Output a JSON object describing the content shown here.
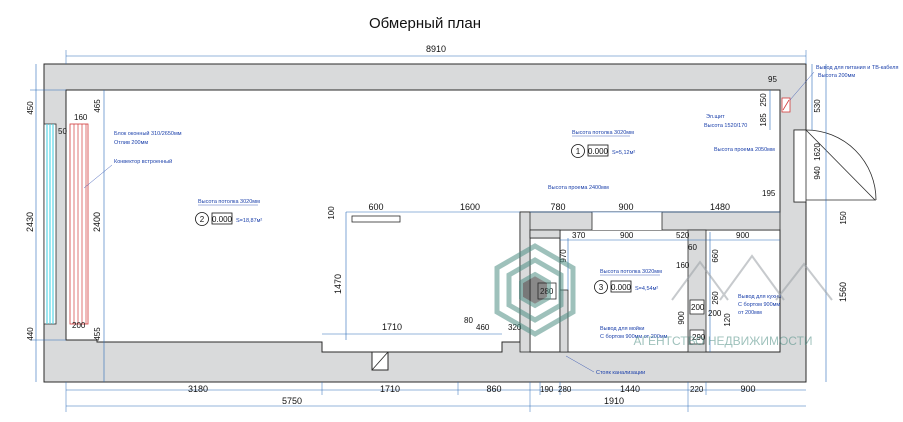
{
  "title": "Обмерный план",
  "dims_top": {
    "overall": "8910",
    "d95": "95",
    "d530": "530",
    "d1620": "1620",
    "d940": "940",
    "d1560": "1560",
    "d150": "150"
  },
  "dims_left": {
    "d450": "450",
    "d465": "465",
    "d2430": "2430",
    "d2400": "2400",
    "d440": "440",
    "d455": "455",
    "d160": "160",
    "d50": "50",
    "d200": "200"
  },
  "dims_inner": {
    "d100": "100",
    "d600": "600",
    "d1600": "1600",
    "d1470": "1470",
    "d1710": "1710",
    "d80": "80",
    "d460": "460",
    "d320": "320",
    "d780": "780",
    "d900a": "900",
    "d1480": "1480",
    "d370": "370",
    "d900b": "900",
    "d520": "520",
    "d900c": "900",
    "d60": "60",
    "d160": "160",
    "d660": "660",
    "d970": "970",
    "d280": "280",
    "d200a": "200",
    "d200b": "200",
    "d260": "260",
    "d290": "290",
    "d900v": "900",
    "d120": "120",
    "d185": "185",
    "d250": "250",
    "d195": "195"
  },
  "dims_bottom": {
    "d3180": "3180",
    "d1710": "1710",
    "d860": "860",
    "d190": "190",
    "d280": "280",
    "d1440": "1440",
    "d220": "220",
    "d900": "900",
    "d5750": "5750",
    "d1910": "1910"
  },
  "rooms": [
    {
      "number": "1",
      "code": "0.000",
      "area": "S=5,12м²"
    },
    {
      "number": "2",
      "code": "0.000",
      "area": "S=18,87м²"
    },
    {
      "number": "3",
      "code": "0.000",
      "area": "S=4,54м²"
    }
  ],
  "annotations": {
    "ceiling_1": "Высота потолка 3020мм",
    "ceiling_2": "Высота потолка 3020мм",
    "ceiling_3": "Высота потолка 3020мм",
    "window_2400": "Высота проема 2400мм",
    "window_2050": "Высота проема 2050мм",
    "window_block": "Блок оконный 310/2650мм",
    "sill": "Отлив 200мм",
    "convector": "Конвектор встроенный",
    "shield": "Эл.щит",
    "shield_h": "Высота 1520/170",
    "tv_outlet": "Вывод для питания и ТВ-кабеля",
    "tv_outlet_h": "Высота 200мм",
    "sewer": "Стояк канализации",
    "wash_1": "Вывод для мойки",
    "wash_1_h": "С бортом 900мм от 200мм",
    "wash_2": "Вывод для кухни",
    "wash_2_h": "С бортом 900мм",
    "wash_2_h2": "от 200мм"
  },
  "watermark": "АГЕНТСТВО НЕДВИЖИМОСТИ",
  "colors": {
    "wall": "#d9dadb",
    "dim_line": "#2b6cb8",
    "annotation": "#1a3faa",
    "radiator": "#d23a3a",
    "window_glass": "#5bd6e6",
    "watermark": "#4f8f85"
  }
}
